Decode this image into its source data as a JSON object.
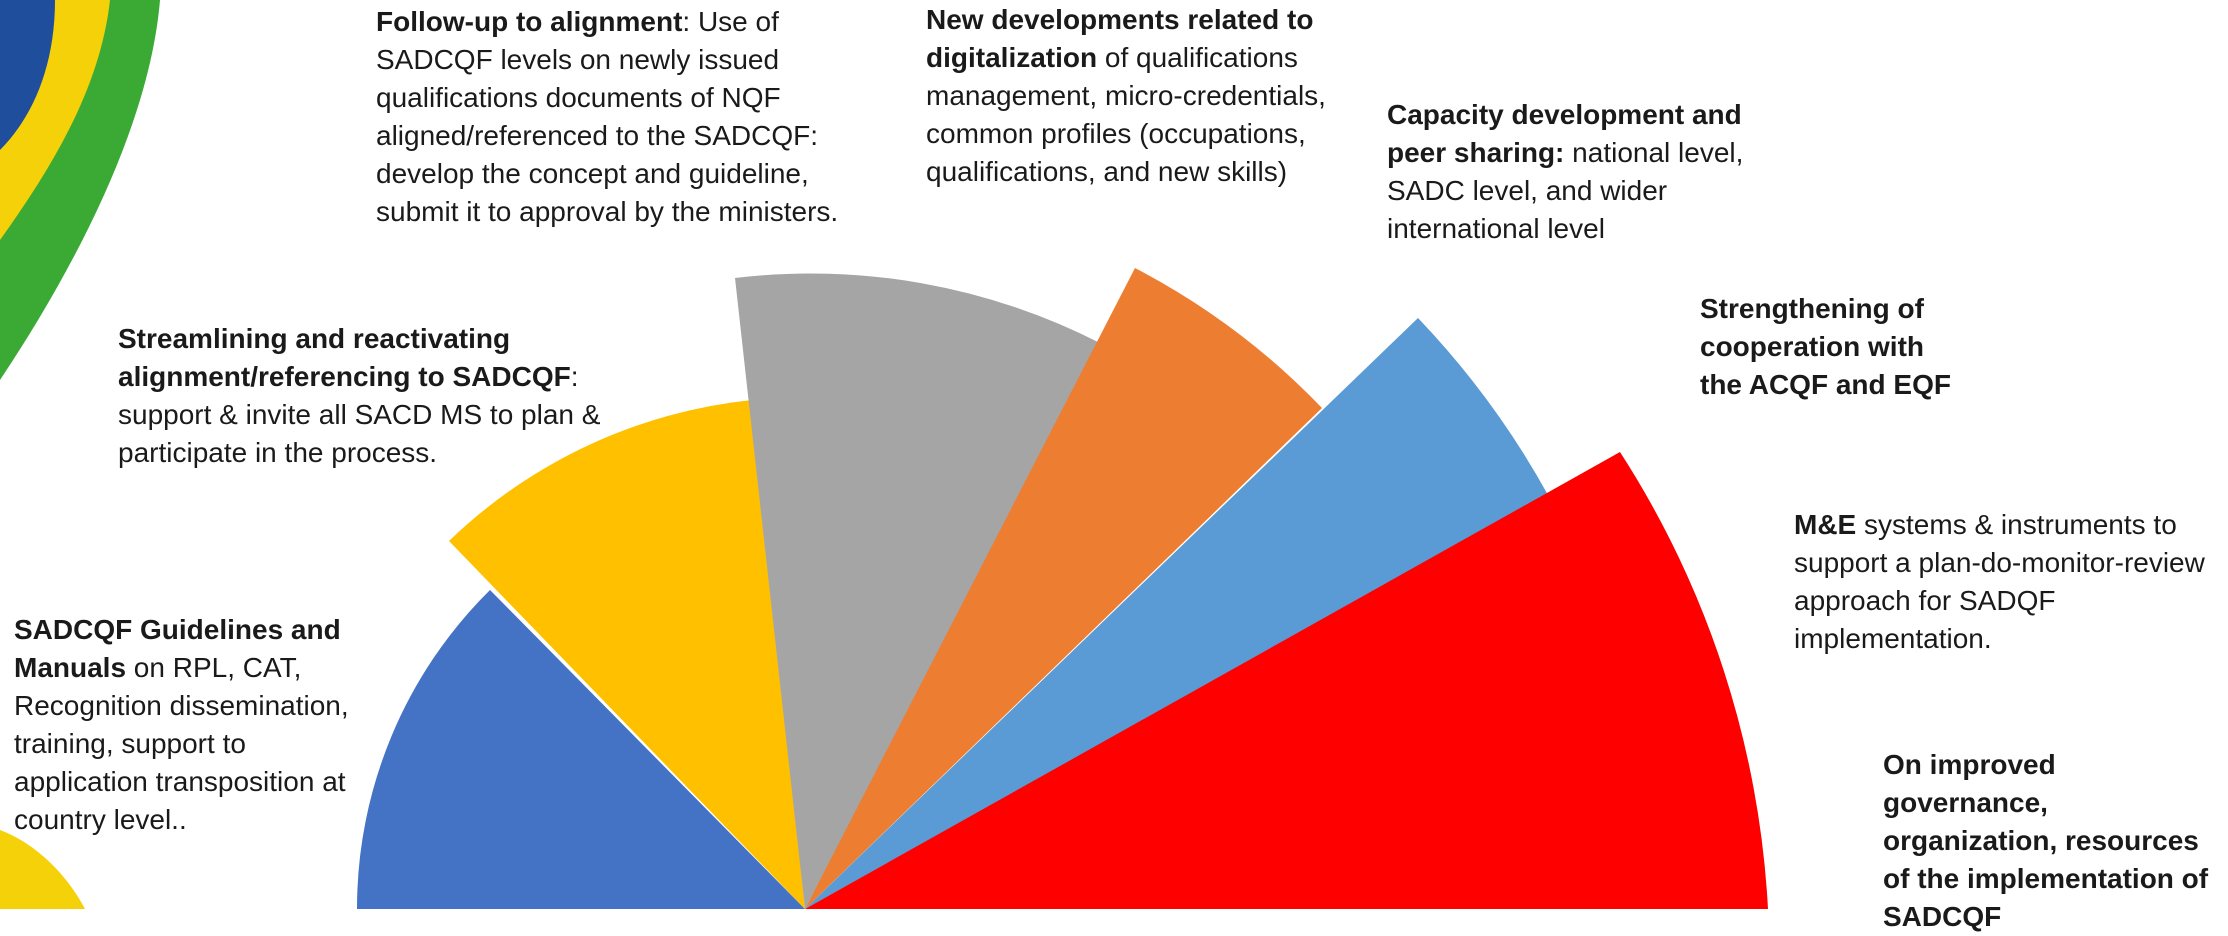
{
  "colors": {
    "sadcqf_guidelines": "#4472C4",
    "streamlining": "#FFC000",
    "follow_up": "#A5A5A5",
    "digitalization": "#ED7D31",
    "capacity": "#5B9BD5",
    "governance": "#FF0000",
    "logo_green": "#3BAA35",
    "logo_yellow": "#F5D10A",
    "logo_blue": "#1F4E9C"
  },
  "segments": [
    {
      "id": "sadcqf_guidelines",
      "bold": "SADCQF Guidelines and Manuals",
      "rest": " on RPL, CAT, Recognition dissemination, training, support to application transposition at country level..",
      "color": "#4472C4"
    },
    {
      "id": "streamlining",
      "bold": "Streamlining and reactivating alignment/referencing to SADCQF",
      "rest": ": support & invite all SACD MS to plan & participate in the process.",
      "color": "#FFC000"
    },
    {
      "id": "follow_up",
      "bold": "Follow-up to alignment",
      "rest": ": Use of SADCQF levels on newly issued qualifications documents of NQF aligned/referenced to the SADCQF: develop the concept and guideline, submit it to approval by the ministers.",
      "color": "#A5A5A5"
    },
    {
      "id": "digitalization",
      "bold": "New developments related to digitalization",
      "rest": " of qualifications management, micro-credentials, common profiles (occupations, qualifications, and new skills)",
      "color": "#ED7D31"
    },
    {
      "id": "capacity",
      "bold": "Capacity development and peer sharing:",
      "rest": " national level, SADC level, and wider international level",
      "color": "#5B9BD5"
    },
    {
      "id": "cooperation",
      "bold": "Strengthening of cooperation with the ACQF and EQF",
      "rest": "",
      "color": ""
    },
    {
      "id": "me_systems",
      "bold": "M&E",
      "rest": " systems & instruments to support a plan-do-monitor-review approach for SADQF implementation.",
      "color": ""
    },
    {
      "id": "governance",
      "bold": "On improved governance, organization, resources of the implementation of SADCQF",
      "rest": "",
      "color": "#FF0000"
    }
  ]
}
